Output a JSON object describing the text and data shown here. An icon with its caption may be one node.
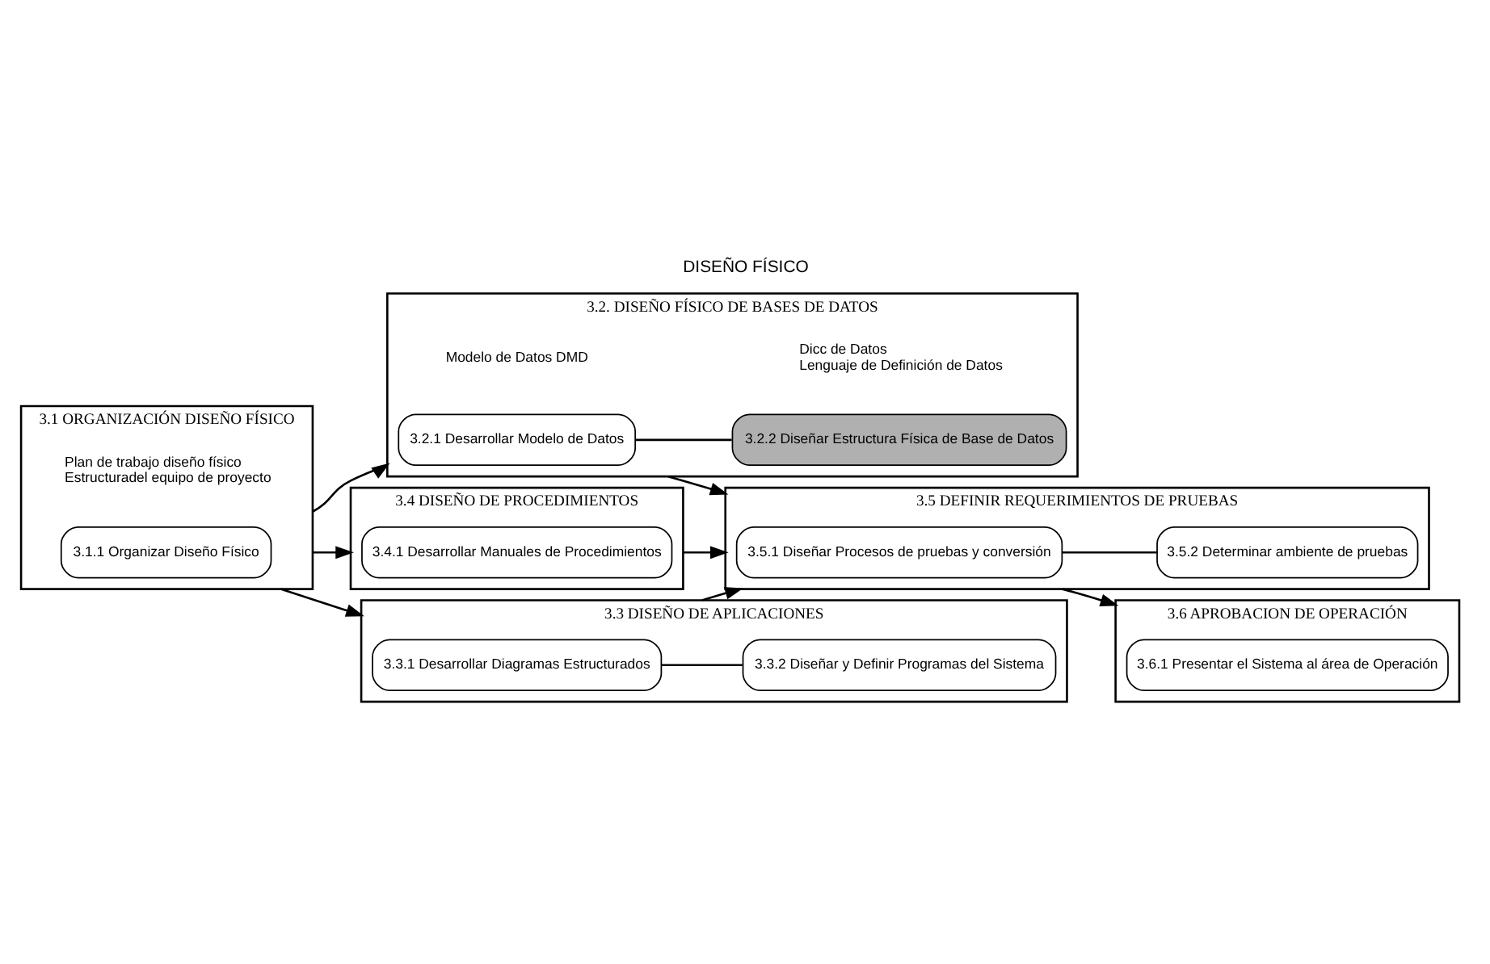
{
  "diagram": {
    "title": "DISEÑO FÍSICO",
    "nodes": [
      {
        "text": [
          "3.1 ORGANIZACIÓN DISEÑO FÍSICO"
        ]
      },
      {
        "text": [
          "3.1.1 Organizar Diseño Físico"
        ],
        "in": 0,
        "beside": [
          "Plan de trabajo diseño físico",
          "Estructuradel equipo de proyecto"
        ]
      },
      {
        "text": [
          "3.2. DISEÑO FÍSICO DE BASES DE DATOS"
        ]
      },
      {
        "text": [
          "3.2.1 Desarrollar Modelo de Datos"
        ],
        "in": 2,
        "beside": [
          "Modelo de Datos DMD"
        ]
      },
      {
        "text": [
          "3.2.2 Diseñar Estructura Física de Base de Datos"
        ],
        "in": 2,
        "beside": [
          "Dicc de Datos",
          "Lenguaje de Definición de Datos"
        ]
      },
      {
        "text": [
          "3.3 DISEÑO DE APLICACIONES"
        ]
      },
      {
        "text": [
          "3.3.1 Desarrollar Diagramas Estructurados"
        ],
        "in": 5
      },
      {
        "text": [
          "3.3.2 Diseñar y Definir Programas del Sistema"
        ],
        "in": 5
      },
      {
        "text": [
          "3.4 DISEÑO DE PROCEDIMIENTOS"
        ]
      },
      {
        "text": [
          "3.4.1 Desarrollar Manuales de Procedimientos"
        ],
        "in": 8
      },
      {
        "text": [
          "3.5 DEFINIR REQUERIMIENTOS DE PRUEBAS"
        ]
      },
      {
        "text": [
          "3.5.1 Diseñar Procesos de pruebas y conversión"
        ],
        "in": 10
      },
      {
        "text": [
          "3.5.2 Determinar ambiente de pruebas"
        ],
        "in": 10
      },
      {
        "text": [
          "3.6 APROBACION DE OPERACIÓN"
        ]
      },
      {
        "text": [
          "3.6.1 Presentar el Sistema al área de Operación"
        ],
        "in": 13
      }
    ],
    "edges": [
      {
        "from": 0,
        "to": 2,
        "arrow": "to"
      },
      {
        "from": 0,
        "to": 5,
        "arrow": "to"
      },
      {
        "from": 0,
        "to": 8,
        "arrow": "to"
      },
      {
        "from": 3,
        "to": 4,
        "arrow": "none"
      },
      {
        "from": 6,
        "to": 7,
        "arrow": "none"
      },
      {
        "from": 2,
        "to": 10,
        "arrow": "to"
      },
      {
        "from": 5,
        "to": 10,
        "arrow": "to"
      },
      {
        "from": 8,
        "to": 10,
        "arrow": "to"
      },
      {
        "from": 11,
        "to": 12,
        "arrow": "none"
      },
      {
        "from": 10,
        "to": 13,
        "arrow": "to"
      }
    ]
  }
}
